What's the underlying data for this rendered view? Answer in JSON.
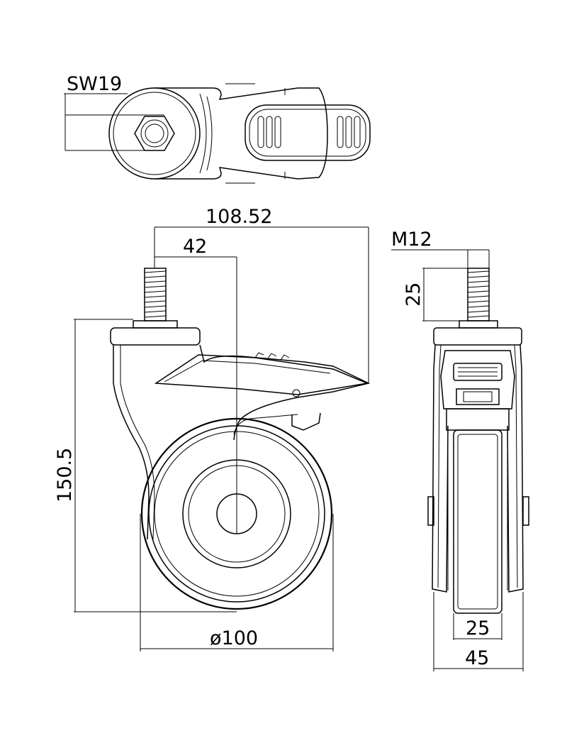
{
  "labels": {
    "wrench_size": "SW19",
    "overall_reach": "108.52",
    "stem_offset": "42",
    "thread": "M12",
    "stem_length": "25",
    "total_height": "150.5",
    "wheel_diameter": "ø100",
    "wheel_width": "25",
    "housing_width": "45"
  }
}
